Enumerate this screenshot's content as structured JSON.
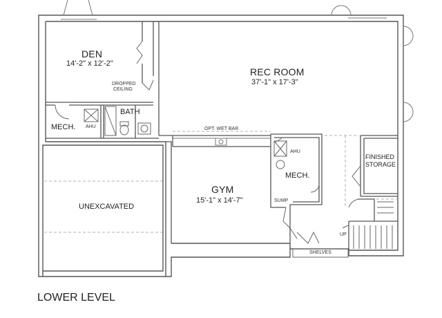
{
  "plan_title": "LOWER LEVEL",
  "rooms": {
    "den": {
      "name": "DEN",
      "dims": "14'-2\" x 12'-2\""
    },
    "rec_room": {
      "name": "REC ROOM",
      "dims": "37'-1\" x 17'-3\""
    },
    "gym": {
      "name": "GYM",
      "dims": "15'-1\" x 14'-7\""
    },
    "unexcavated": {
      "name": "UNEXCAVATED"
    },
    "bath": {
      "name": "BATH"
    },
    "mech_left": {
      "name": "MECH."
    },
    "mech_center": {
      "name": "MECH."
    },
    "finished_storage": {
      "line1": "FINISHED",
      "line2": "STORAGE"
    }
  },
  "notes": {
    "dropped_ceiling_1": "DROPPED",
    "dropped_ceiling_2": "CEILING",
    "opt_wet_bar": "OPT. WET BAR",
    "ahu_left": "AHU",
    "ahu_center": "AHU",
    "sump": "SUMP",
    "shelves": "SHELVES",
    "up": "UP"
  }
}
